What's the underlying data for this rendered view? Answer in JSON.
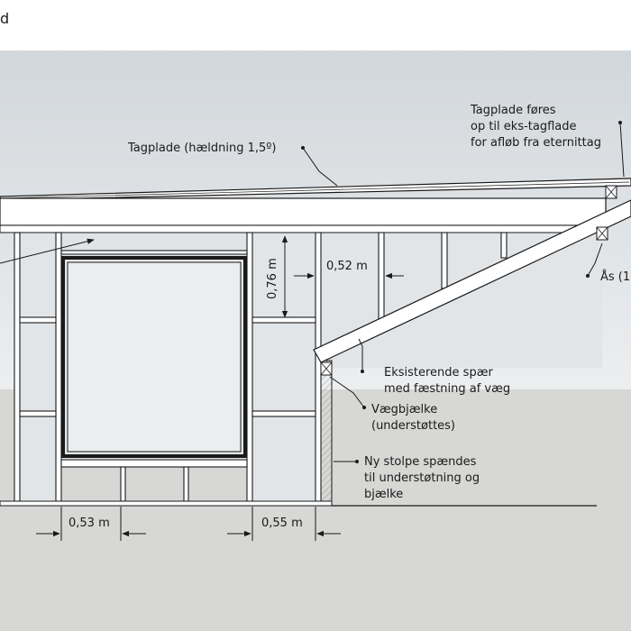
{
  "corner_fragment": "d",
  "colors": {
    "sky_top": "#d3d8dc",
    "sky_bottom": "#eef0f1",
    "ground": "#d7d7d5",
    "panel": "#e2e6e9",
    "line": "#1a1a1a",
    "hatch": "#9a9a9a"
  },
  "labels": {
    "roof_slope": "Tagplade (hældning 1,5º)",
    "roof_note_1": "Tagplade føres",
    "roof_note_2": "op til eks-tagflade",
    "roof_note_3": "for afløb fra eternittag",
    "purlin": "Ås (1",
    "rafter_1": "Eksisterende spær",
    "rafter_2": "med fæstning af væg",
    "wall_beam_1": "Vægbjælke",
    "wall_beam_2": "(understøttes)",
    "new_post_1": "Ny stolpe spændes",
    "new_post_2": "til understøtning og",
    "new_post_3": "bjælke"
  },
  "dimensions": {
    "stud_spacing_top": "0,52 m",
    "vertical_height": "0,76 m",
    "stud_spacing_left": "0,53 m",
    "stud_spacing_right": "0,55 m"
  }
}
